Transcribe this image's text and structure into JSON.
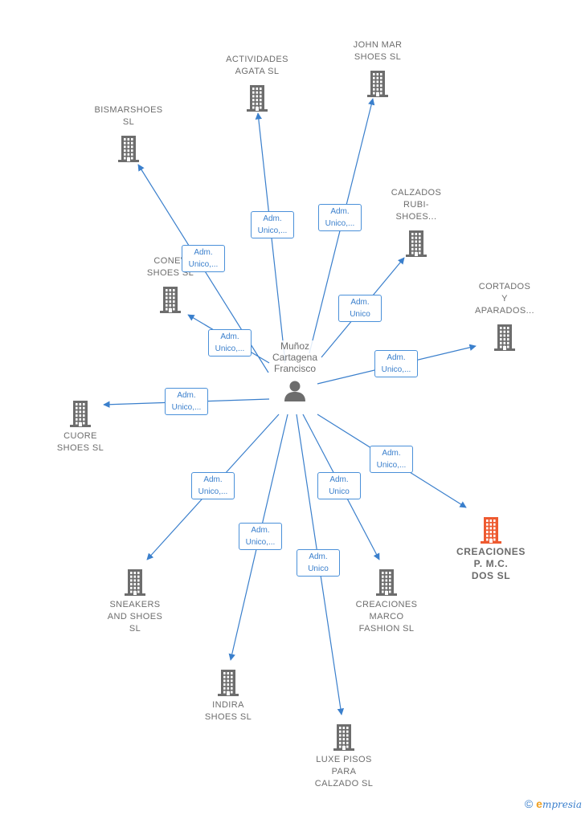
{
  "center": {
    "name": "Muñoz\nCartagena\nFrancisco"
  },
  "colors": {
    "edge": "#3a7fcc",
    "node": "#6d6d6d",
    "highlight": "#ee5a30"
  },
  "nodes": [
    {
      "id": "bismarshoes",
      "name": "BISMARSHOES\nSL"
    },
    {
      "id": "actividades-agata",
      "name": "ACTIVIDADES\nAGATA  SL"
    },
    {
      "id": "john-mar",
      "name": "JOHN MAR\nSHOES  SL"
    },
    {
      "id": "calzados-rubi",
      "name": "CALZADOS\nRUBI-\nSHOES..."
    },
    {
      "id": "conev-shoes",
      "name": "CONEV\nSHOES  SL"
    },
    {
      "id": "cortados-aparados",
      "name": "CORTADOS\nY\nAPARADOS..."
    },
    {
      "id": "cuore-shoes",
      "name": "CUORE\nSHOES  SL"
    },
    {
      "id": "creaciones-pmc",
      "name": "CREACIONES\nP. M.C.\nDOS  SL",
      "highlight": true
    },
    {
      "id": "sneakers",
      "name": "SNEAKERS\nAND SHOES\nSL"
    },
    {
      "id": "creaciones-marco",
      "name": "CREACIONES\nMARCO\nFASHION  SL"
    },
    {
      "id": "indira",
      "name": "INDIRA\nSHOES  SL"
    },
    {
      "id": "luxe-pisos",
      "name": "LUXE PISOS\nPARA\nCALZADO SL"
    }
  ],
  "edges": [
    {
      "target": "bismarshoes",
      "label": "Adm.\nUnico,..."
    },
    {
      "target": "actividades-agata",
      "label": "Adm.\nUnico,..."
    },
    {
      "target": "john-mar",
      "label": "Adm.\nUnico,..."
    },
    {
      "target": "calzados-rubi",
      "label": "Adm.\nUnico"
    },
    {
      "target": "conev-shoes",
      "label": "Adm.\nUnico,..."
    },
    {
      "target": "cortados-aparados",
      "label": "Adm.\nUnico,..."
    },
    {
      "target": "cuore-shoes",
      "label": "Adm.\nUnico,..."
    },
    {
      "target": "creaciones-pmc",
      "label": "Adm.\nUnico,..."
    },
    {
      "target": "sneakers",
      "label": "Adm.\nUnico,..."
    },
    {
      "target": "creaciones-marco",
      "label": "Adm.\nUnico"
    },
    {
      "target": "indira",
      "label": "Adm.\nUnico,..."
    },
    {
      "target": "luxe-pisos",
      "label": "Adm.\nUnico"
    }
  ],
  "footer": {
    "copyright": "©",
    "brand_first": "e",
    "brand_rest": "mpresia"
  }
}
